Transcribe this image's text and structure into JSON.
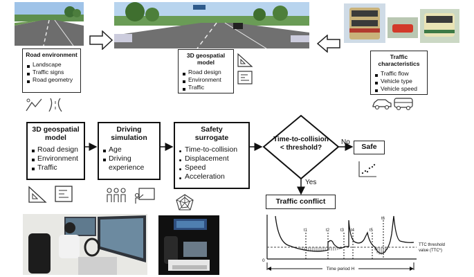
{
  "top": {
    "road_env": {
      "title": "Road environment",
      "items": [
        "Landscape",
        "Traffic signs",
        "Road geometry"
      ]
    },
    "geo_model": {
      "title": "3D geospatial model",
      "items": [
        "Road design",
        "Environment",
        "Traffic"
      ]
    },
    "traffic_char": {
      "title": "Traffic characteristics",
      "items": [
        "Traffic flow",
        "Vehicle type",
        "Vehicle speed"
      ]
    }
  },
  "flow": {
    "geo_model": {
      "title": "3D geospatial model",
      "items": [
        "Road design",
        "Environment",
        "Traffic"
      ]
    },
    "driving_sim": {
      "title": "Driving simulation",
      "items": [
        "Age",
        "Driving experience"
      ]
    },
    "safety": {
      "title": "Safety surrogate",
      "items": [
        "Time-to-collision",
        "Displacement",
        "Speed",
        "Acceleration"
      ]
    },
    "decision": {
      "text": "Time-to-collision < threshold?"
    },
    "no_label": "No",
    "yes_label": "Yes",
    "safe": "Safe",
    "conflict": "Traffic conflict"
  },
  "ttc_chart": {
    "zero_label": "0",
    "threshold_label": "TTC threshold value (TTC*)",
    "time_period_label": "Time period H",
    "marks": [
      "t1",
      "t2",
      "t3",
      "t4",
      "t5",
      "t6"
    ]
  }
}
